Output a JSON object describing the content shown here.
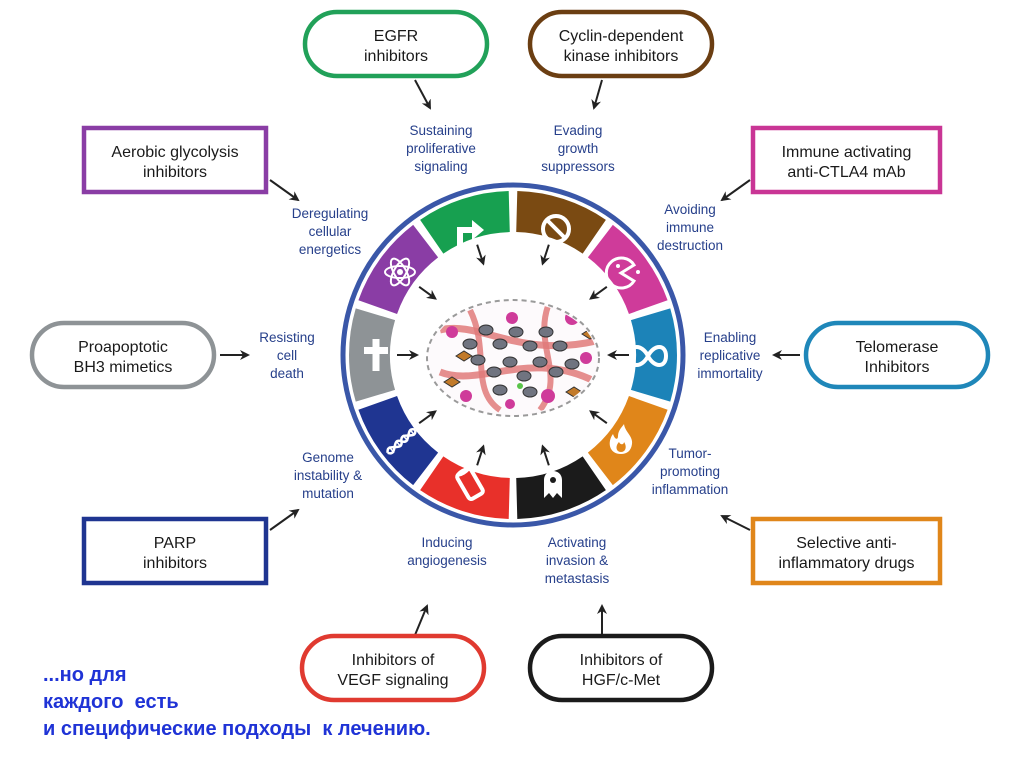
{
  "colors": {
    "ring_border": "#3a57a8",
    "label_text": "#27408b",
    "caption_text": "#1f33d6",
    "arrow": "#222222"
  },
  "segments": [
    {
      "label": [
        "Sustaining",
        "proliferative",
        "signaling"
      ],
      "color": "#17a050",
      "icon": "arrow-up-right-icon"
    },
    {
      "label": [
        "Evading",
        "growth",
        "suppressors"
      ],
      "color": "#7a4a12",
      "icon": "no-entry-icon"
    },
    {
      "label": [
        "Avoiding",
        "immune",
        "destruction"
      ],
      "color": "#cf3b9a",
      "icon": "pacman-icon"
    },
    {
      "label": [
        "Enabling",
        "replicative",
        "immortality"
      ],
      "color": "#1c83b8",
      "icon": "infinity-icon"
    },
    {
      "label": [
        "Tumor-",
        "promoting",
        "inflammation"
      ],
      "color": "#e0861a",
      "icon": "flame-icon"
    },
    {
      "label": [
        "Activating",
        "invasion &",
        "metastasis"
      ],
      "color": "#1b1b1b",
      "icon": "ghost-cell-icon"
    },
    {
      "label": [
        "Inducing",
        "angiogenesis"
      ],
      "color": "#e8302a",
      "icon": "vessel-icon"
    },
    {
      "label": [
        "Genome",
        "instability &",
        "mutation"
      ],
      "color": "#1f3591",
      "icon": "dna-icon"
    },
    {
      "label": [
        "Resisting",
        "cell",
        "death"
      ],
      "color": "#8e9396",
      "icon": "cross-icon"
    },
    {
      "label": [
        "Deregulating",
        "cellular",
        "energetics"
      ],
      "color": "#8a3da5",
      "icon": "atom-icon"
    }
  ],
  "drugs": [
    {
      "text": [
        "EGFR",
        "inhibitors"
      ],
      "color": "#21a159",
      "shape": "round"
    },
    {
      "text": [
        "Cyclin-dependent",
        "kinase inhibitors"
      ],
      "color": "#6b3e12",
      "shape": "round"
    },
    {
      "text": [
        "Immune activating",
        "anti-CTLA4 mAb"
      ],
      "color": "#c93595",
      "shape": "rect"
    },
    {
      "text": [
        "Telomerase",
        "Inhibitors"
      ],
      "color": "#1f87b9",
      "shape": "round"
    },
    {
      "text": [
        "Selective anti-",
        "inflammatory drugs"
      ],
      "color": "#e0861a",
      "shape": "rect"
    },
    {
      "text": [
        "Inhibitors of",
        "HGF/c-Met"
      ],
      "color": "#1b1b1b",
      "shape": "round"
    },
    {
      "text": [
        "Inhibitors of",
        "VEGF signaling"
      ],
      "color": "#e03a30",
      "shape": "round"
    },
    {
      "text": [
        "PARP",
        "inhibitors"
      ],
      "color": "#1f3591",
      "shape": "rect"
    },
    {
      "text": [
        "Proapoptotic",
        "BH3 mimetics"
      ],
      "color": "#8e9396",
      "shape": "round"
    },
    {
      "text": [
        "Aerobic glycolysis",
        "inhibitors"
      ],
      "color": "#8a3da5",
      "shape": "rect"
    }
  ],
  "caption": [
    "...но для",
    "каждого  есть",
    "и специфические подходы  к лечению."
  ]
}
